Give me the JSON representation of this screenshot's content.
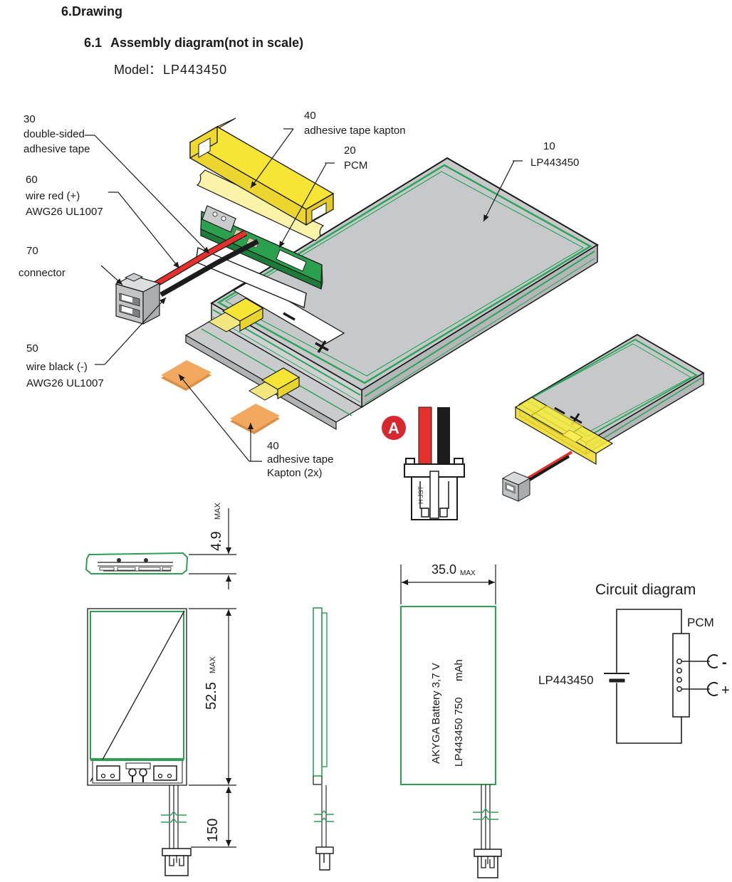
{
  "header": {
    "section": "6.Drawing",
    "subsection_num": "6.1",
    "subsection_title": "Assembly diagram(not in scale)",
    "model_label": "Model：",
    "model_value": "LP443450"
  },
  "labels": {
    "item30": {
      "num": "30",
      "l1": "double-sided",
      "l2": "adhesive tape"
    },
    "item40t": {
      "num": "40",
      "l1": "adhesive tape kapton"
    },
    "item20": {
      "num": "20",
      "l1": "PCM"
    },
    "item10": {
      "num": "10",
      "l1": "LP443450"
    },
    "item60": {
      "num": "60",
      "l1": "wire red (+)",
      "l2": "AWG26 UL1007"
    },
    "item70": {
      "num": "70",
      "l1": "connector"
    },
    "item50": {
      "num": "50",
      "l1": "wire black (-)",
      "l2": "AWG26 UL1007"
    },
    "item40b": {
      "num": "40",
      "l1": "adhesive tape",
      "l2": "Kapton (2x)"
    }
  },
  "detail_a": {
    "badge": "A",
    "marking": "H JST"
  },
  "dims": {
    "thickness": "4.9",
    "thickness_max": "MAX",
    "height": "52.5",
    "height_max": "MAX",
    "wire_len": "150",
    "width": "35.0",
    "width_max": "MAX"
  },
  "print": {
    "line1": "AKYGA Battery 3,7 V",
    "line2": "LP443450 750",
    "unit": "mAh"
  },
  "circuit": {
    "title": "Circuit diagram",
    "battery": "LP443450",
    "pcm": "PCM",
    "neg": "-",
    "pos": "+"
  },
  "colors": {
    "pcb_green": "#2BA14F",
    "pcb_green_dark": "#1E7C3B",
    "cell_gray": "#C6C8CA",
    "cell_gray_dark": "#ABADAF",
    "kapton_bright": "#F6E535",
    "kapton_mid": "#EDD52F",
    "kapton_pale": "#FAF3A8",
    "tape_orange": "#F2A95F",
    "wire_red": "#E5302C",
    "wire_black": "#1C1C1C",
    "connector_gray": "#C5C7C9",
    "detail_red": "#D7282F",
    "drawing_green": "#2E9E55",
    "line_black": "#1A1A1A"
  }
}
